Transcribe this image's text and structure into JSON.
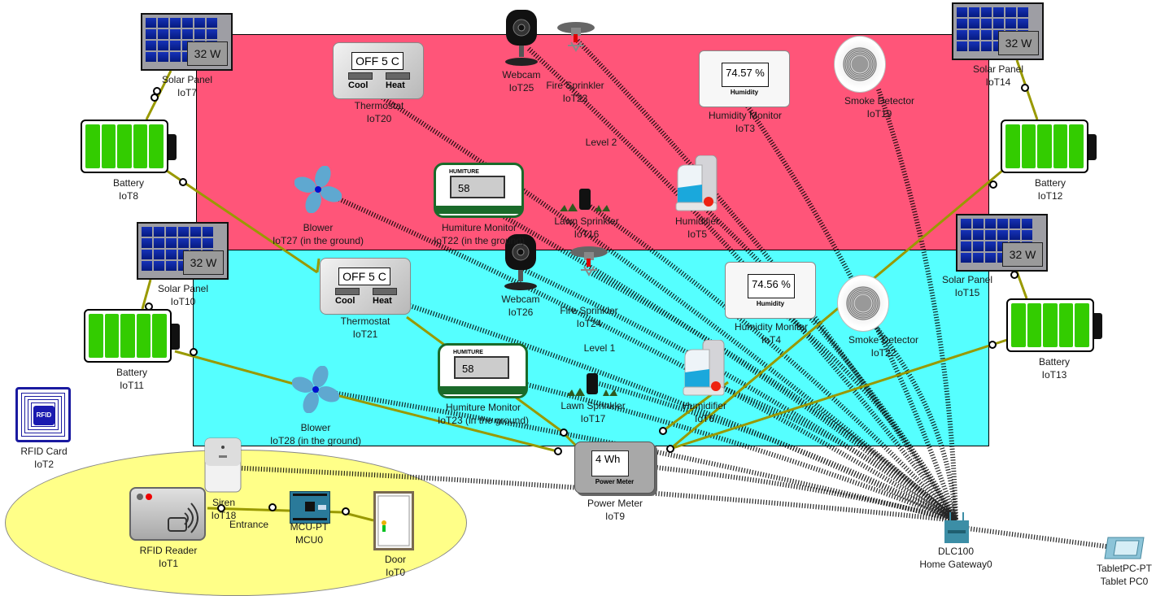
{
  "zones": [
    {
      "name": "Level 2",
      "color": "#ff5579"
    },
    {
      "name": "Level 1",
      "color": "#55ffff"
    },
    {
      "name": "Entrance",
      "color": "#ffff88"
    }
  ],
  "colors": {
    "wired_link": "#999900",
    "wireless_link": "#000000"
  },
  "devices": {
    "solar7": {
      "label": "Solar Panel",
      "id": "IoT7",
      "reading": "32 W"
    },
    "battery8": {
      "label": "Battery",
      "id": "IoT8"
    },
    "solar10": {
      "label": "Solar Panel",
      "id": "IoT10",
      "reading": "32 W"
    },
    "battery11": {
      "label": "Battery",
      "id": "IoT11"
    },
    "solar14": {
      "label": "Solar Panel",
      "id": "IoT14",
      "reading": "32 W"
    },
    "battery12": {
      "label": "Battery",
      "id": "IoT12"
    },
    "solar15": {
      "label": "Solar Panel",
      "id": "IoT15",
      "reading": "32 W"
    },
    "battery13": {
      "label": "Battery",
      "id": "IoT13"
    },
    "thermo20": {
      "label": "Thermostat",
      "id": "IoT20",
      "display": "OFF  5 C",
      "cool": "Cool",
      "heat": "Heat"
    },
    "thermo21": {
      "label": "Thermostat",
      "id": "IoT21",
      "display": "OFF  5 C",
      "cool": "Cool",
      "heat": "Heat"
    },
    "webcam25": {
      "label": "Webcam",
      "id": "IoT25"
    },
    "webcam26": {
      "label": "Webcam",
      "id": "IoT26"
    },
    "fire23": {
      "label": "Fire Sprinkler",
      "id": "IoT23"
    },
    "fire24": {
      "label": "Fire Sprinkler",
      "id": "IoT24"
    },
    "hmon3": {
      "label": "Humidity Monitor",
      "id": "IoT3",
      "display": "74.57 %",
      "caption": "Humidity"
    },
    "hmon4": {
      "label": "Humidity Monitor",
      "id": "IoT4",
      "display": "74.56 %",
      "caption": "Humidity"
    },
    "smoke19": {
      "label": "Smoke Detector",
      "id": "IoT19"
    },
    "smoke22": {
      "label": "Smoke Detector",
      "id": "IoT22"
    },
    "blower27": {
      "label": "Blower",
      "id": "IoT27 (in the ground)"
    },
    "blower28": {
      "label": "Blower",
      "id": "IoT28 (in the ground)"
    },
    "humiture22": {
      "label": "Humiture Monitor",
      "id": "IoT22 (in the ground)",
      "display": "58",
      "caption": "HUMITURE"
    },
    "humiture23": {
      "label": "Humiture Monitor",
      "id": "IoT23 (in the ground)",
      "display": "58",
      "caption": "HUMITURE"
    },
    "lawn16": {
      "label": "Lawn Sprinkler",
      "id": "IoT16"
    },
    "lawn17": {
      "label": "Lawn Sprinkler",
      "id": "IoT17"
    },
    "humidifier5": {
      "label": "Humidifier",
      "id": "IoT5"
    },
    "humidifier6": {
      "label": "Humidifier",
      "id": "IoT6"
    },
    "power9": {
      "label": "Power Meter",
      "id": "IoT9",
      "display": "4 Wh",
      "caption": "Power Meter"
    },
    "rfidcard2": {
      "label": "RFID Card",
      "id": "IoT2",
      "chip": "RFID"
    },
    "siren18": {
      "label": "Siren",
      "id": "IoT18"
    },
    "reader1": {
      "label": "RFID Reader",
      "id": "IoT1"
    },
    "mcu0": {
      "label": "MCU-PT",
      "id": "MCU0"
    },
    "door0": {
      "label": "Door",
      "id": "IoT0"
    },
    "gateway": {
      "label": "DLC100",
      "id": "Home Gateway0"
    },
    "tablet": {
      "label": "TabletPC-PT",
      "id": "Tablet PC0"
    }
  }
}
